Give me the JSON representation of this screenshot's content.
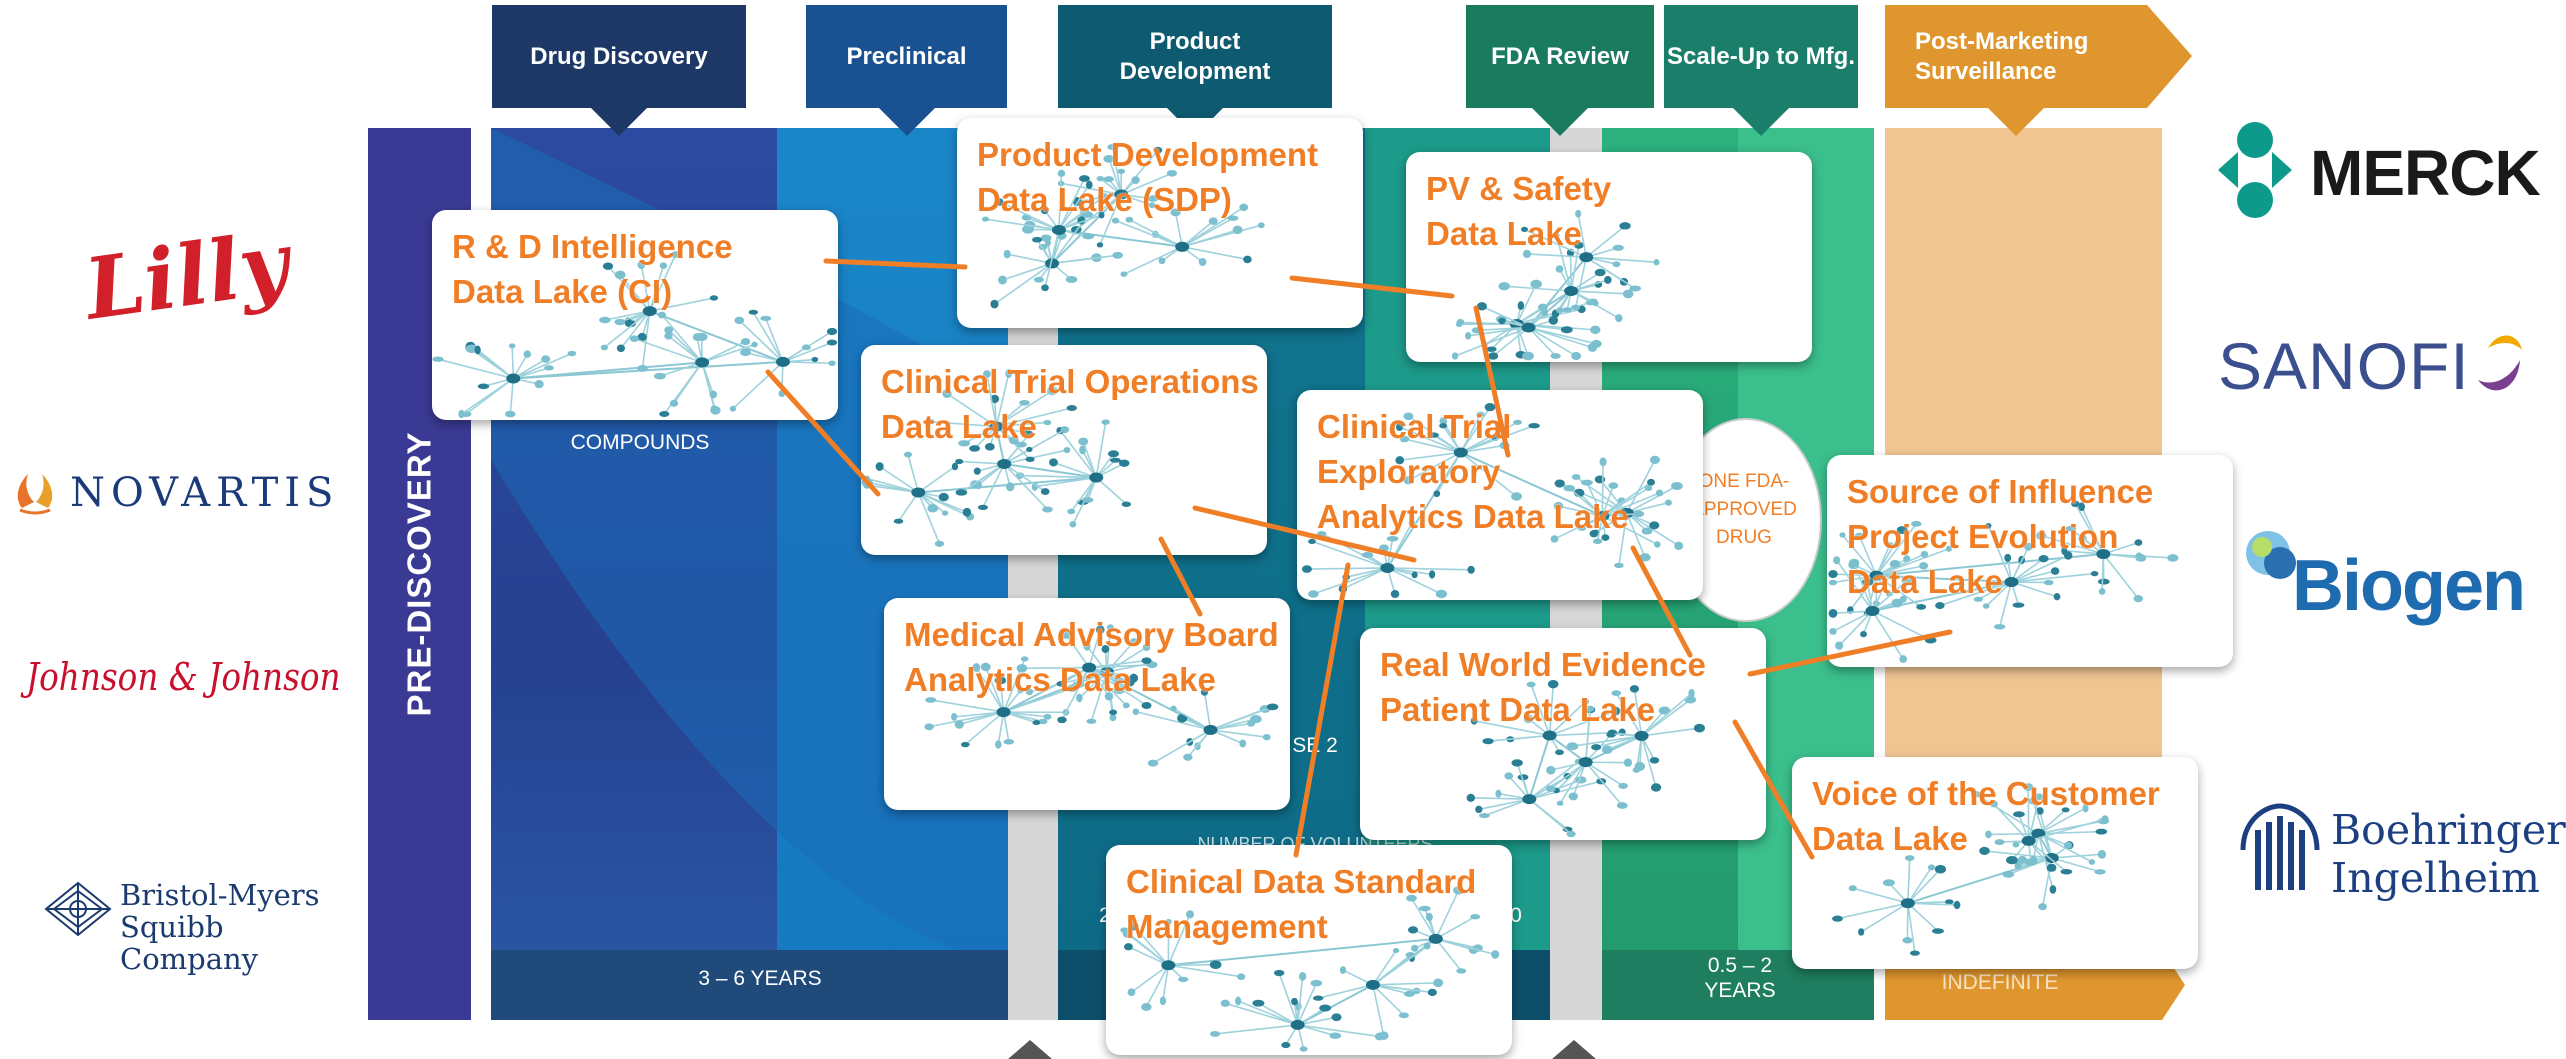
{
  "phases": [
    {
      "label": "Drug Discovery"
    },
    {
      "label": "Preclinical"
    },
    {
      "label": "Product\nDevelopment"
    },
    {
      "label": "FDA Review"
    },
    {
      "label": "Scale-Up to Mfg."
    },
    {
      "label": "Post-Marketing\nSurveillance"
    }
  ],
  "side_label": "PRE-DISCOVERY",
  "background_labels": {
    "compounds": "COMPOUNDS",
    "one_fda_drug": "ONE FDA-\nAPPROVED\nDRUG",
    "phase2": "SE 2",
    "volunteers": "NUMBER OF VOLUNTEERS",
    "left_digit": "2",
    "right_digit": "0"
  },
  "durations": {
    "discovery": "3 – 6  YEARS",
    "scaleup": "0.5 – 2\nYEARS",
    "post_marketing": "INDEFINITE"
  },
  "data_lakes": [
    {
      "title": "R & D Intelligence\nData Lake (CI)"
    },
    {
      "title": "Product Development\nData Lake (SDP)"
    },
    {
      "title": "PV & Safety\nData Lake"
    },
    {
      "title": "Clinical Trial Operations\nData Lake"
    },
    {
      "title": "Clinical Trial Exploratory\nAnalytics Data Lake"
    },
    {
      "title": "Source of Influence\nProject Evolution\nData Lake"
    },
    {
      "title": "Medical Advisory Board\nAnalytics Data Lake"
    },
    {
      "title": "Real World Evidence\nPatient Data Lake"
    },
    {
      "title": "Voice of the Customer\nData Lake"
    },
    {
      "title": "Clinical Data Standard\nManagement"
    }
  ],
  "logos": {
    "lilly": "Lilly",
    "novartis": "NOVARTIS",
    "jnj": "Johnson & Johnson",
    "bms": "Bristol-Myers\nSquibb Company",
    "merck": "MERCK",
    "sanofi": "SANOFI",
    "biogen": "Biogen",
    "boehringer": "Boehringer\nIngelheim"
  },
  "colors": {
    "accent_orange": "#f07e26",
    "pre_discovery": "#3a3a94",
    "discovery_dark": "#25408f",
    "preclinical": "#1578c0",
    "product_dev": "#0f6e87",
    "fda_green": "#27a577",
    "post_marketing": "#f0c592"
  }
}
